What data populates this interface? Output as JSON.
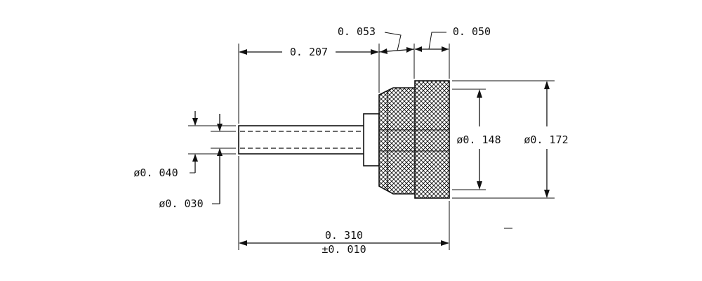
{
  "dimensions": {
    "d_0207": "0. 207",
    "d_0053": "0. 053",
    "d_0050": "0. 050",
    "d_0148": "ø0. 148",
    "d_0172": "ø0. 172",
    "d_0040": "ø0. 040",
    "d_0030": "ø0. 030",
    "d_0310": "0. 310",
    "d_tol": "±0. 010"
  },
  "colors": {
    "ink": "#111111",
    "background": "#ffffff"
  }
}
